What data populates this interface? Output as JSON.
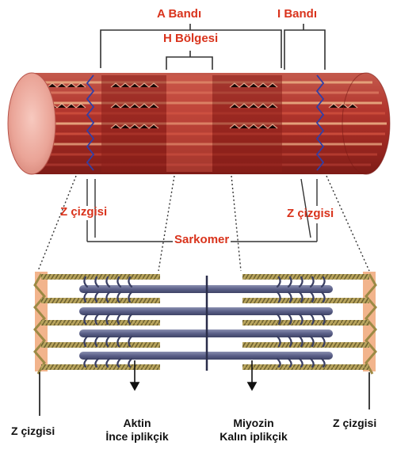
{
  "labels": {
    "a_band": "A Bandı",
    "i_band": "I Bandı",
    "h_zone": "H Bölgesi",
    "z_line_left": "Z çizgisi",
    "z_line_right": "Z çizgisi",
    "sarcomere": "Sarkomer",
    "z_line_bottom_left": "Z çizgisi",
    "z_line_bottom_right": "Z çizgisi",
    "actin_line1": "Aktin",
    "actin_line2": "İnce iplikçik",
    "myosin_line1": "Miyozin",
    "myosin_line2": "Kalın iplikçik"
  },
  "colors": {
    "label_red": "#d9331c",
    "muscle_dark": "#8e1f1a",
    "muscle_mid": "#c0463c",
    "muscle_light": "#e58a7c",
    "z_line_blue": "#2f3fa8",
    "actin_gold": "#b9a55e",
    "myosin_purple": "#5a5f86",
    "z_disc_peach": "#f2b48c"
  }
}
